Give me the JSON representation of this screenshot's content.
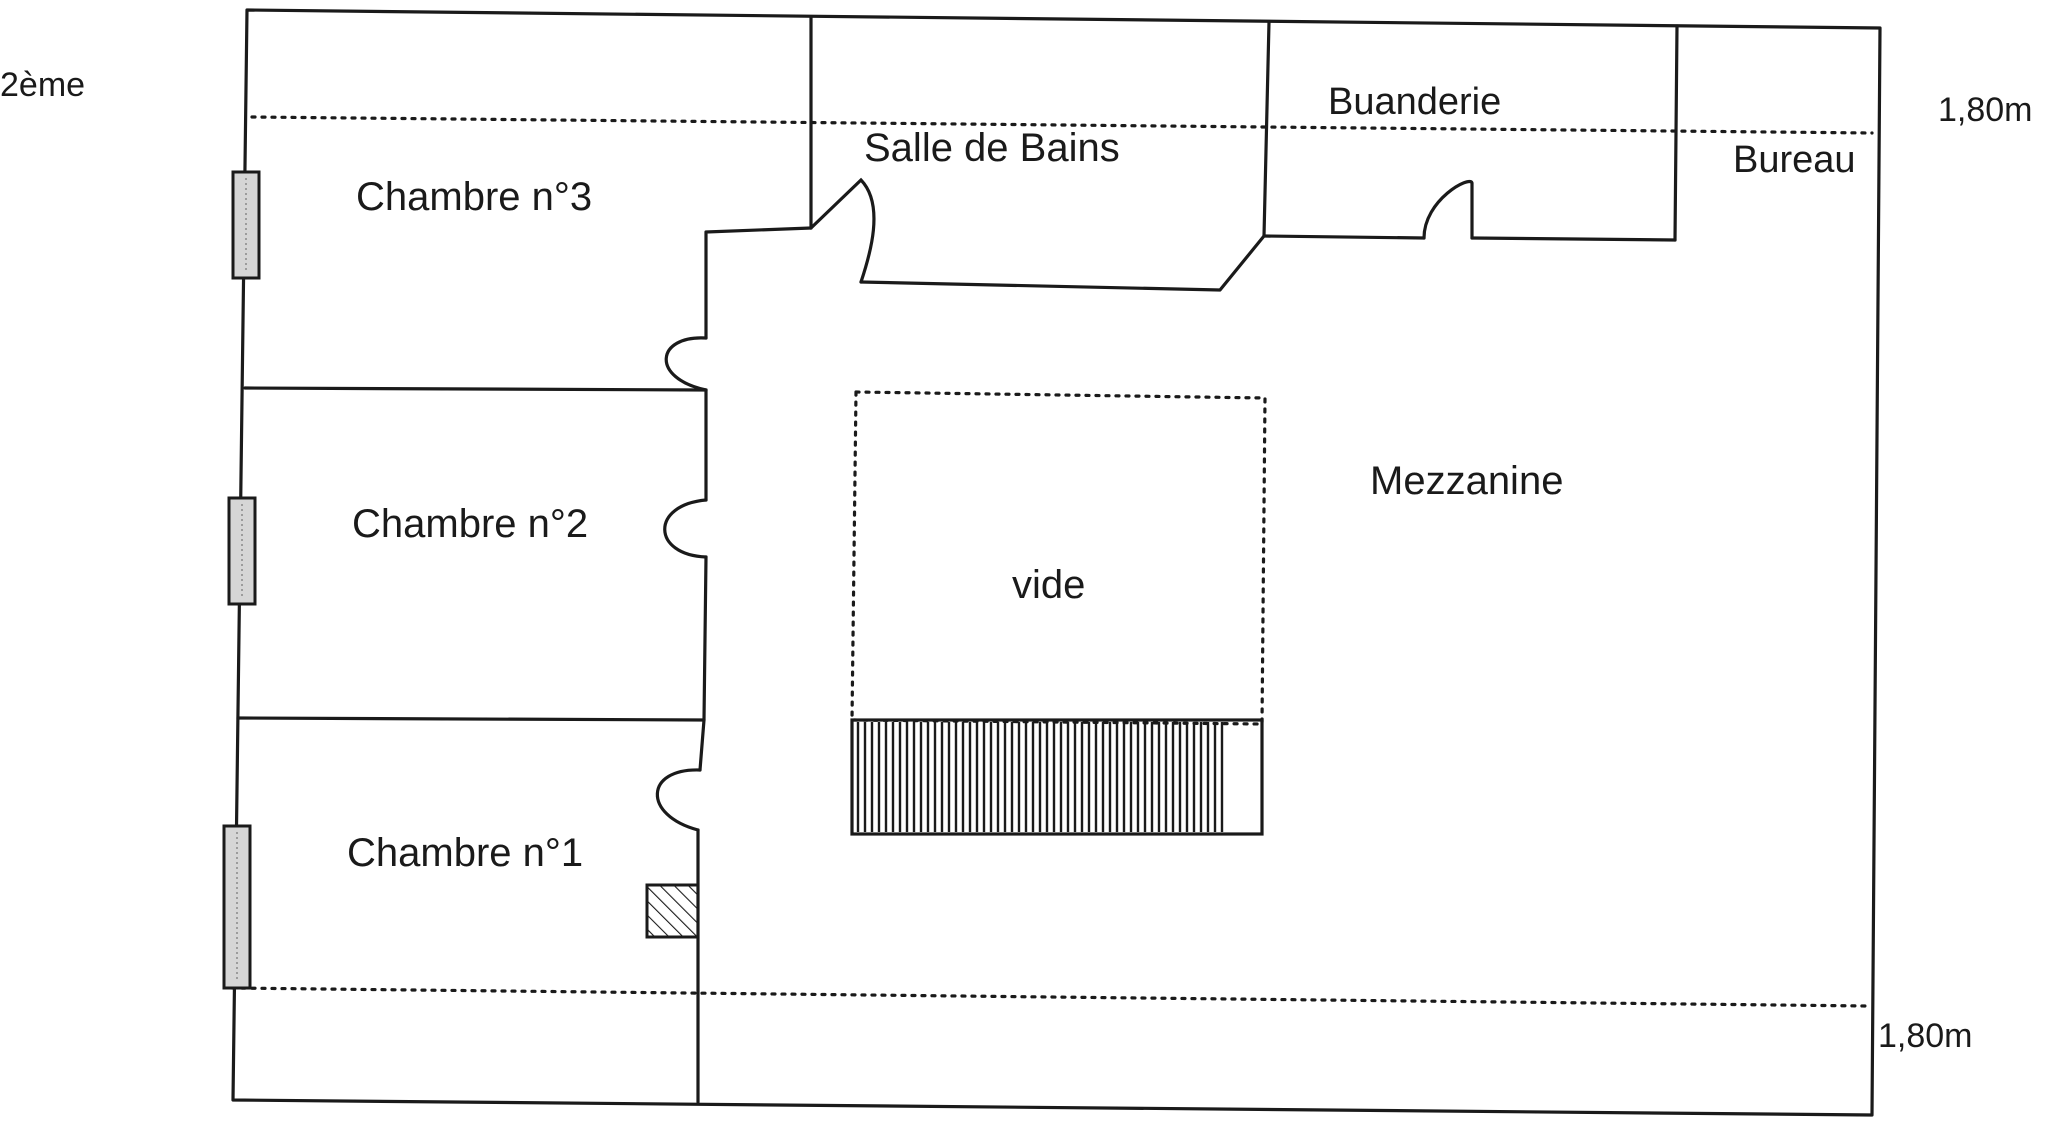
{
  "floor_label": "2ème",
  "height_marks": {
    "top": "1,80m",
    "bottom": "1,80m"
  },
  "rooms": {
    "chambre_3": "Chambre n°3",
    "chambre_2": "Chambre n°2",
    "chambre_1": "Chambre n°1",
    "salle_de_bains": "Salle de Bains",
    "buanderie": "Buanderie",
    "bureau": "Bureau",
    "mezzanine": "Mezzanine",
    "vide": "vide"
  },
  "icons": {
    "window": "window-icon",
    "door": "door-swing-icon",
    "stairs": "stairs-icon",
    "chimney": "chimney-duct-icon"
  },
  "colors": {
    "ink": "#1a1a1a",
    "window_fill": "#d6d6d6",
    "paper": "#ffffff"
  }
}
